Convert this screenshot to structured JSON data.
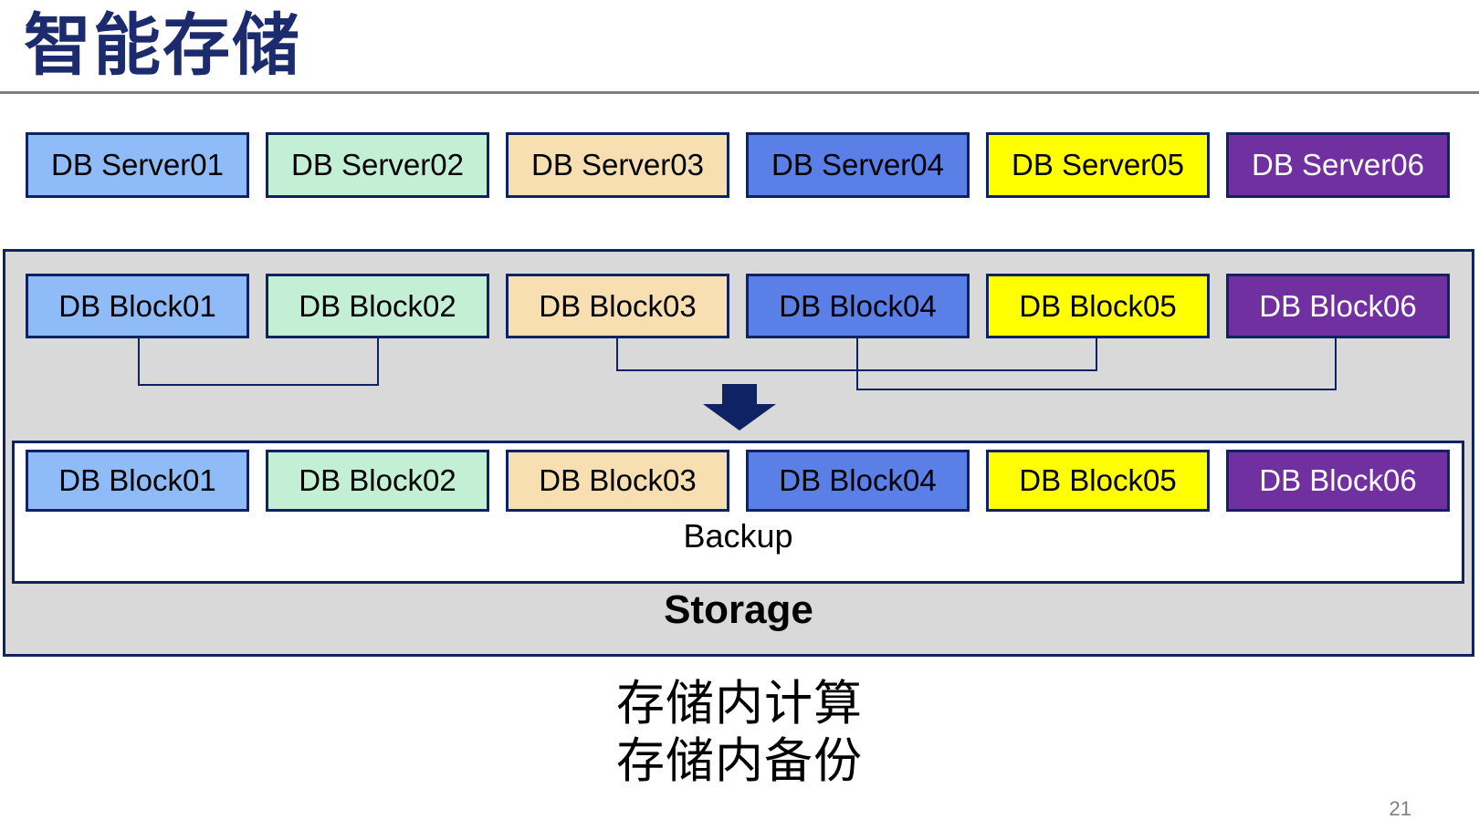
{
  "slide": {
    "title": "智能存储",
    "page_number": "21"
  },
  "colors": {
    "title": "#1C2A6E",
    "box_border": "#0F2263",
    "connector": "#0F2263",
    "arrow": "#0F2263",
    "storage_panel_bg": "#D9D9D9",
    "backup_panel_bg": "#FFFFFF",
    "title_rule": "#7F7F7F"
  },
  "server_row": {
    "boxes": [
      {
        "label": "DB Server01",
        "fill": "#8FBCF8",
        "text_color": "#000000"
      },
      {
        "label": "DB Server02",
        "fill": "#C3EFD5",
        "text_color": "#000000"
      },
      {
        "label": "DB Server03",
        "fill": "#F7DFB2",
        "text_color": "#000000"
      },
      {
        "label": "DB Server04",
        "fill": "#5A80E8",
        "text_color": "#000000"
      },
      {
        "label": "DB Server05",
        "fill": "#FFFF00",
        "text_color": "#000000"
      },
      {
        "label": "DB Server06",
        "fill": "#7030A0",
        "text_color": "#FFFFFF"
      }
    ]
  },
  "storage_panel": {
    "label": "Storage",
    "top_blocks": [
      {
        "label": "DB Block01",
        "fill": "#8FBCF8",
        "text_color": "#000000"
      },
      {
        "label": "DB Block02",
        "fill": "#C3EFD5",
        "text_color": "#000000"
      },
      {
        "label": "DB Block03",
        "fill": "#F7DFB2",
        "text_color": "#000000"
      },
      {
        "label": "DB Block04",
        "fill": "#5A80E8",
        "text_color": "#000000"
      },
      {
        "label": "DB Block05",
        "fill": "#FFFF00",
        "text_color": "#000000"
      },
      {
        "label": "DB Block06",
        "fill": "#7030A0",
        "text_color": "#FFFFFF"
      }
    ],
    "connectors": [
      {
        "from": "DB Block01",
        "to": "DB Block02"
      },
      {
        "from": "DB Block03",
        "to": "DB Block05"
      },
      {
        "from": "DB Block04",
        "to": "DB Block06"
      }
    ],
    "arrow_icon": "down-arrow",
    "backup_panel": {
      "label": "Backup",
      "blocks": [
        {
          "label": "DB Block01",
          "fill": "#8FBCF8",
          "text_color": "#000000"
        },
        {
          "label": "DB Block02",
          "fill": "#C3EFD5",
          "text_color": "#000000"
        },
        {
          "label": "DB Block03",
          "fill": "#F7DFB2",
          "text_color": "#000000"
        },
        {
          "label": "DB Block04",
          "fill": "#5A80E8",
          "text_color": "#000000"
        },
        {
          "label": "DB Block05",
          "fill": "#FFFF00",
          "text_color": "#000000"
        },
        {
          "label": "DB Block06",
          "fill": "#7030A0",
          "text_color": "#FFFFFF"
        }
      ]
    }
  },
  "captions": {
    "line1": "存储内计算",
    "line2": "存储内备份"
  }
}
